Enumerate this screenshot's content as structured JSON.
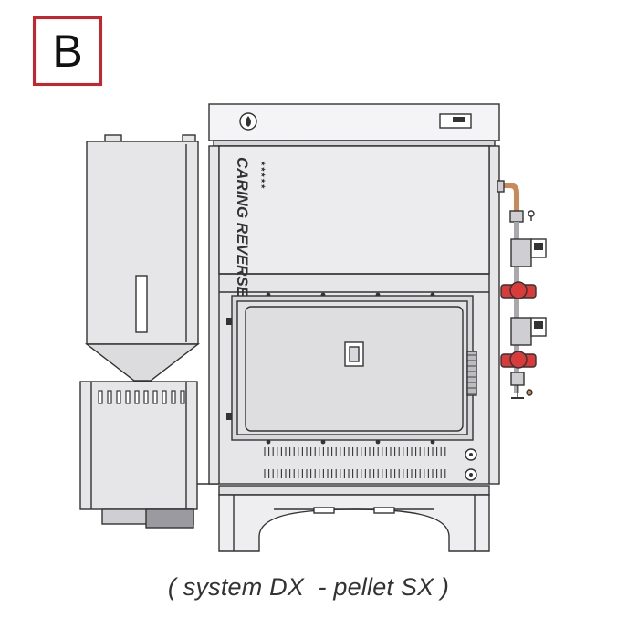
{
  "badge": {
    "letter": "B",
    "border_color": "#d0202a"
  },
  "brand": {
    "name": "CARING REVERSE",
    "rating": "★★★★★"
  },
  "caption": "( system DX  - pellet SX )",
  "colors": {
    "outline": "#333333",
    "panel": "#e6e6e8",
    "panel_dark": "#d8d8dc",
    "valve_red": "#d93a3a",
    "pipe_copper": "#c98a5a"
  },
  "icons": [
    "flame-icon",
    "control-display-icon",
    "viewport-icon",
    "knob-icon"
  ]
}
